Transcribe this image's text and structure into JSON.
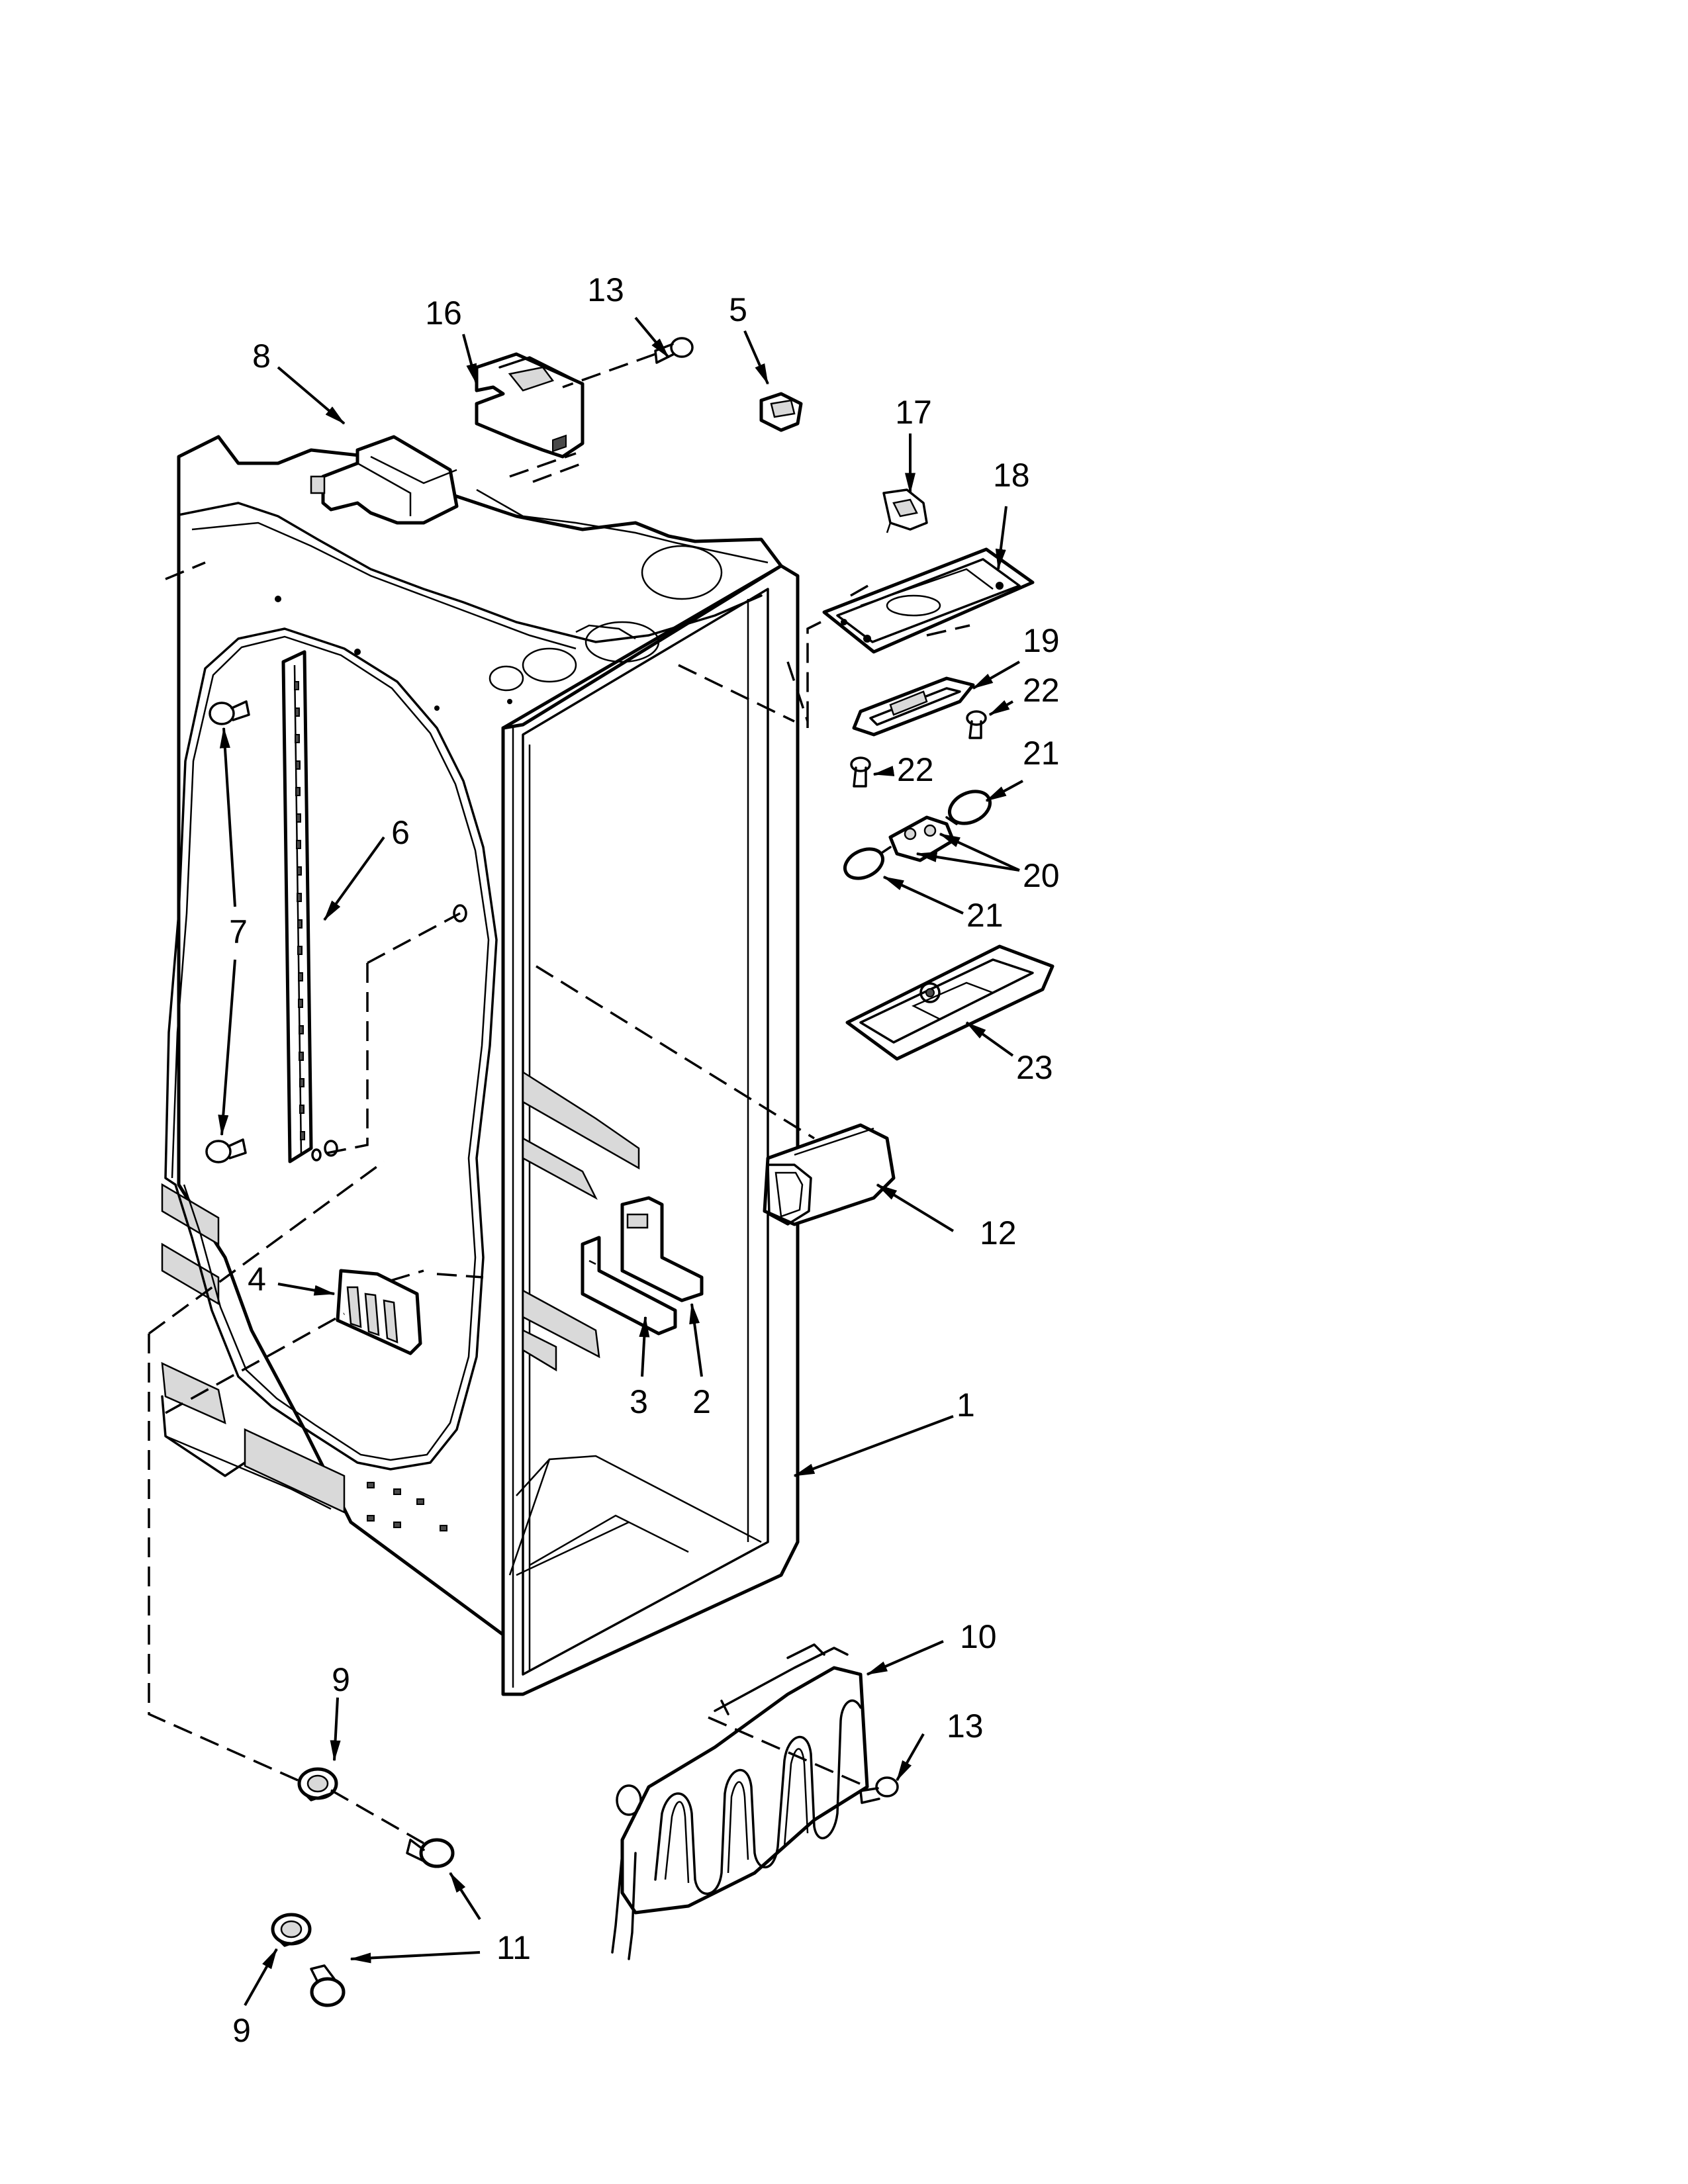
{
  "callouts": [
    {
      "id": "1",
      "text": "1"
    },
    {
      "id": "2",
      "text": "2"
    },
    {
      "id": "3",
      "text": "3"
    },
    {
      "id": "4",
      "text": "4"
    },
    {
      "id": "5",
      "text": "5"
    },
    {
      "id": "6",
      "text": "6"
    },
    {
      "id": "7",
      "text": "7"
    },
    {
      "id": "8",
      "text": "8"
    },
    {
      "id": "9a",
      "text": "9"
    },
    {
      "id": "9b",
      "text": "9"
    },
    {
      "id": "10",
      "text": "10"
    },
    {
      "id": "11",
      "text": "11"
    },
    {
      "id": "12",
      "text": "12"
    },
    {
      "id": "13a",
      "text": "13"
    },
    {
      "id": "13b",
      "text": "13"
    },
    {
      "id": "16",
      "text": "16"
    },
    {
      "id": "17",
      "text": "17"
    },
    {
      "id": "18",
      "text": "18"
    },
    {
      "id": "19",
      "text": "19"
    },
    {
      "id": "20",
      "text": "20"
    },
    {
      "id": "21a",
      "text": "21"
    },
    {
      "id": "21b",
      "text": "21"
    },
    {
      "id": "22a",
      "text": "22"
    },
    {
      "id": "22b",
      "text": "22"
    },
    {
      "id": "23",
      "text": "23"
    }
  ]
}
